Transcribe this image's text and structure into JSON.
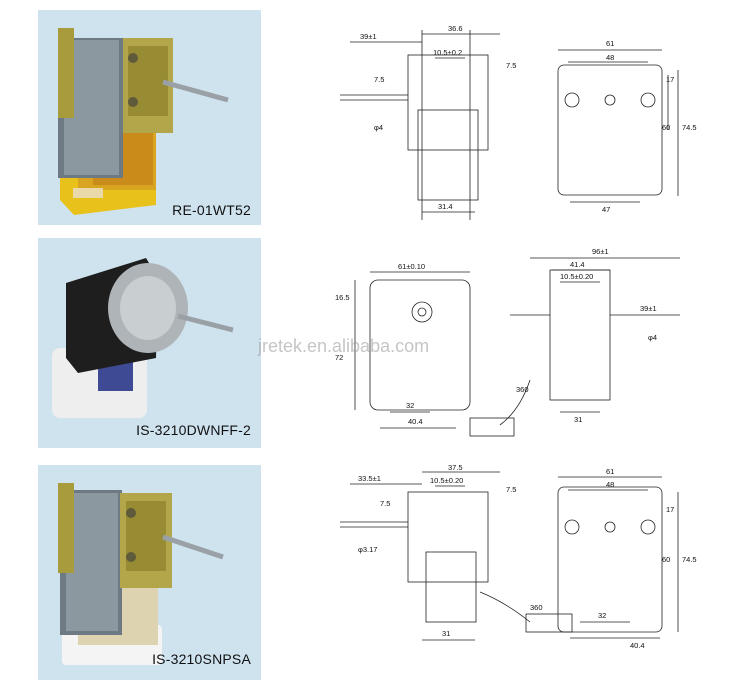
{
  "watermark": "jretek.en.alibaba.com",
  "motors": [
    {
      "model": "RE-01WT52",
      "side_view": {
        "overall": "39±1",
        "width": "36.6",
        "bore": "10.5±0.2",
        "left_offset": "7.5",
        "right_offset": "7.5",
        "shaft_dia": "φ4",
        "base": "31.4"
      },
      "front_view": {
        "width": "61",
        "mount_spacing": "48",
        "top": "17",
        "mid": "60",
        "height": "74.5",
        "base": "47"
      }
    },
    {
      "model": "IS-3210DWNFF-2",
      "front_view": {
        "width": "61±0.10",
        "left_offset": "16.5",
        "height": "72",
        "inner": "32",
        "base": "40.4"
      },
      "side_view": {
        "overall": "96±1",
        "width": "41.4",
        "bore": "10.5±0.20",
        "shaft": "39±1",
        "shaft_dia": "φ4",
        "lead": "360",
        "base": "31"
      }
    },
    {
      "model": "IS-3210SNPSA",
      "side_view": {
        "overall": "33.5±1",
        "width": "37.5",
        "bore": "10.5±0.20",
        "left_offset": "7.5",
        "right_offset": "7.5",
        "shaft_dia": "φ3.17",
        "lead": "360",
        "base": "31"
      },
      "front_view": {
        "width": "61",
        "mount_spacing": "48",
        "top": "17",
        "mid": "60",
        "height": "74.5",
        "inner": "32",
        "base": "40.4"
      }
    }
  ]
}
